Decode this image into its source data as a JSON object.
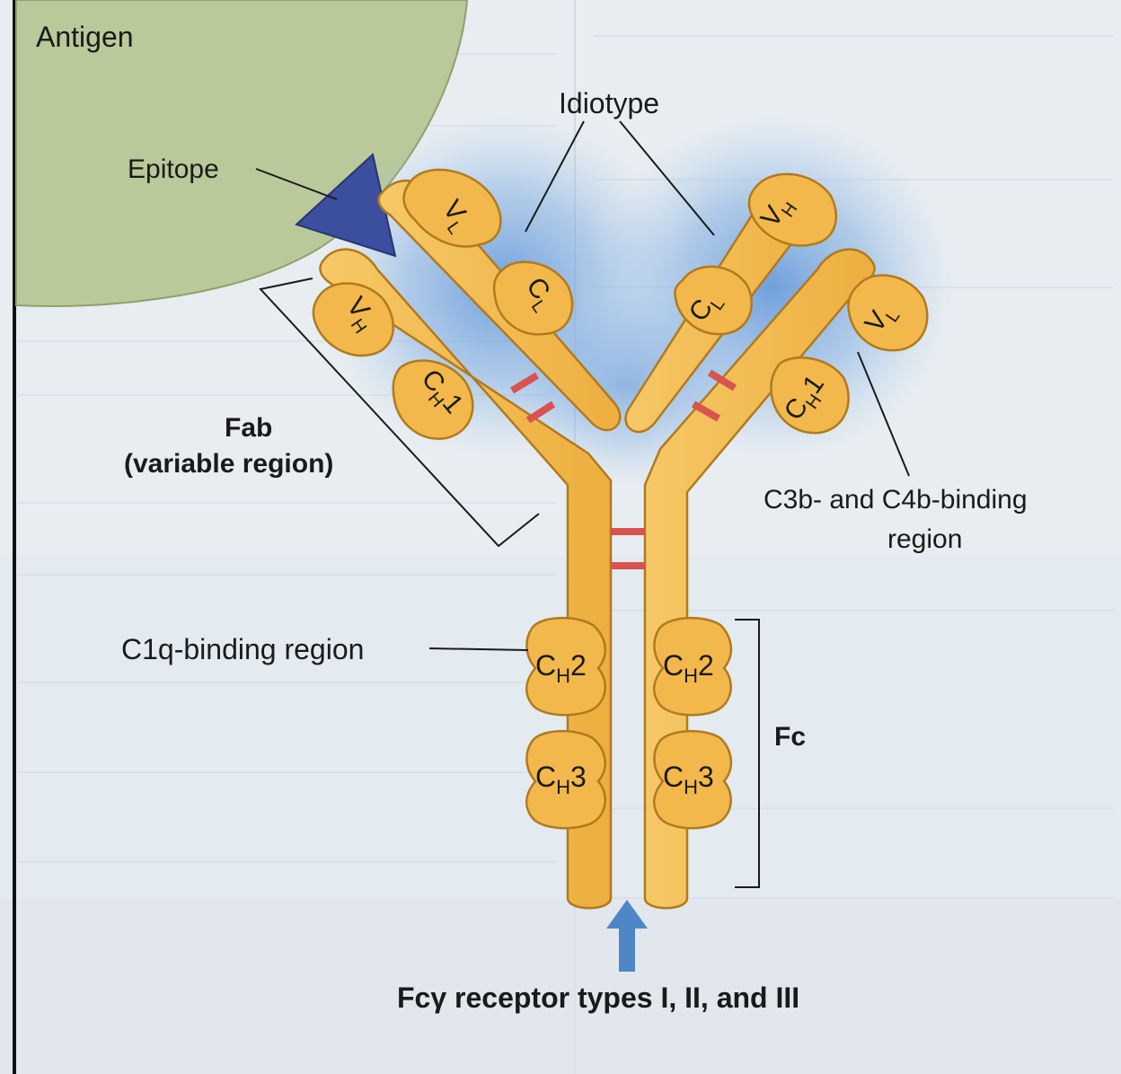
{
  "labels": {
    "antigen": "Antigen",
    "epitope": "Epitope",
    "idiotype": "Idiotype",
    "fab_line1": "Fab",
    "fab_line2": "(variable region)",
    "c3b_line1": "C3b- and C4b-binding",
    "c3b_line2": "region",
    "c1q": "C1q-binding region",
    "fc": "Fc",
    "receptor": "Fcγ receptor types I, II, and III"
  },
  "domains": [
    {
      "id": "vl-left",
      "base": "V",
      "sub": "L"
    },
    {
      "id": "cl-left",
      "base": "C",
      "sub": "L"
    },
    {
      "id": "vh-left",
      "base": "V",
      "sub": "H"
    },
    {
      "id": "ch1-left",
      "base": "C",
      "sub": "H",
      "suffix": "1"
    },
    {
      "id": "vh-right",
      "base": "V",
      "sub": "H"
    },
    {
      "id": "cl-right",
      "base": "C",
      "sub": "L"
    },
    {
      "id": "vl-right",
      "base": "V",
      "sub": "L"
    },
    {
      "id": "ch1-right",
      "base": "C",
      "sub": "H",
      "suffix": "1"
    },
    {
      "id": "ch2-left",
      "base": "C",
      "sub": "H",
      "suffix": "2"
    },
    {
      "id": "ch2-right",
      "base": "C",
      "sub": "H",
      "suffix": "2"
    },
    {
      "id": "ch3-left",
      "base": "C",
      "sub": "H",
      "suffix": "3"
    },
    {
      "id": "ch3-right",
      "base": "C",
      "sub": "H",
      "suffix": "3"
    }
  ],
  "colors": {
    "chain_fill": "#f2b84b",
    "chain_stroke": "#b07a1e",
    "antigen_fill": "#b9c99a",
    "epitope_fill": "#3c4f9e",
    "disulfide": "#d9534f",
    "halo": "#5a92d8",
    "arrow": "#4f86c6"
  }
}
